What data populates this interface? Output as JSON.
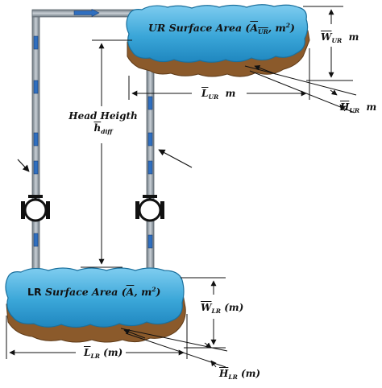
{
  "labels": {
    "ur_area_prefix": "UR Surface Area (",
    "ur_area_sym": "A",
    "ur_area_sub": "UR",
    "ur_area_unit": ", m",
    "ur_area_sup": "2",
    "ur_area_close": ")",
    "w_ur_sym": "W",
    "w_ur_sub": "UR",
    "w_ur_unit": "m",
    "l_ur_sym": "L",
    "l_ur_sub": "UR",
    "l_ur_unit": "m",
    "h_ur_sym": "H",
    "h_ur_sub": "UR",
    "h_ur_unit": "m",
    "head_line1": "Head Heigth",
    "head_sym": "h",
    "head_sub": "diff",
    "lr_area_prefix_upright": "LR",
    "lr_area_prefix": " Surface Area (",
    "lr_area_sym": "A",
    "lr_area_unit": ", m",
    "lr_area_sup": "2",
    "lr_area_close": ")",
    "w_lr_sym": "W",
    "w_lr_sub": "LR",
    "w_lr_unit": "(m)",
    "l_lr_sym": "L",
    "l_lr_sub": "LR",
    "l_lr_unit": "(m)",
    "h_lr_sym": "H",
    "h_lr_sub": "LR",
    "h_lr_unit": "(m)"
  },
  "colors": {
    "water_fill": "#3aa6d8",
    "water_edge": "#1a6f9c",
    "soil": "#8b5a2b",
    "pipe": "#9aa5ae",
    "pipe_edge": "#5d666e",
    "flow_arrow": "#2f6fc0",
    "valve": "#111111"
  },
  "icons": [
    "valve-icon",
    "valve-icon",
    "flow-arrow-icon"
  ]
}
